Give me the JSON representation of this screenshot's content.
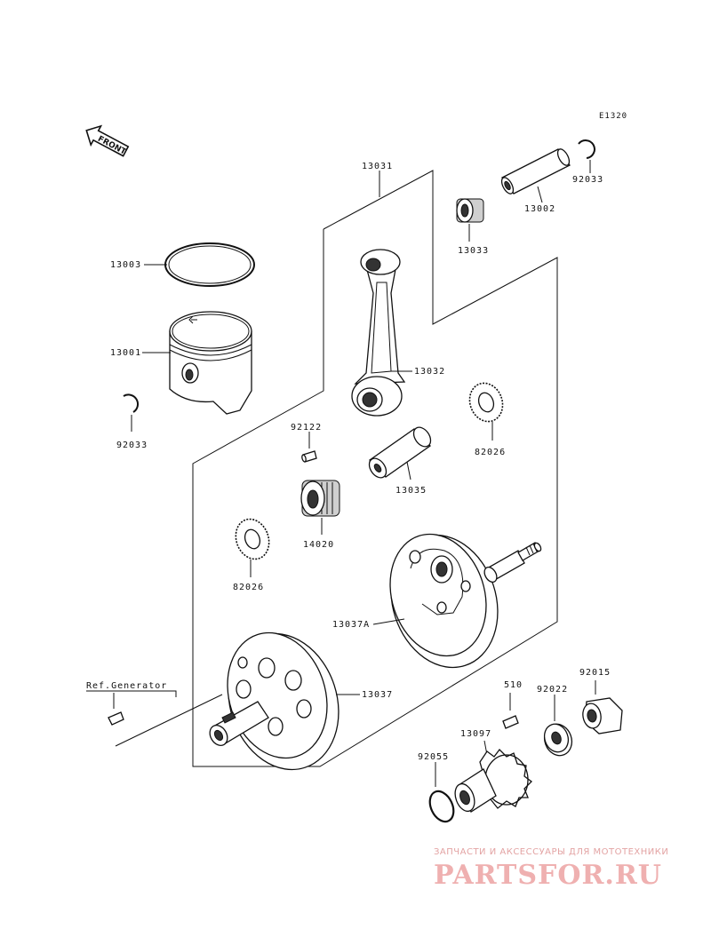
{
  "diagram": {
    "id": "E1320",
    "front_label": "FRONT",
    "ref_label": "Ref.Generator",
    "parts": {
      "p13031": "13031",
      "p13002": "13002",
      "p92033a": "92033",
      "p13033": "13033",
      "p13003": "13003",
      "p13001": "13001",
      "p92033b": "92033",
      "p13032": "13032",
      "p82026a": "82026",
      "p92122": "92122",
      "p13035": "13035",
      "p14020": "14020",
      "p82026b": "82026",
      "p13037A": "13037A",
      "p13037": "13037",
      "p510": "510",
      "p92022": "92022",
      "p92015": "92015",
      "p13097": "13097",
      "p92055": "92055"
    }
  },
  "watermark": {
    "tagline": "ЗАПЧАСТИ И АКСЕССУАРЫ ДЛЯ МОТОТЕХНИКИ",
    "brand": "PARTSFOR.RU"
  }
}
